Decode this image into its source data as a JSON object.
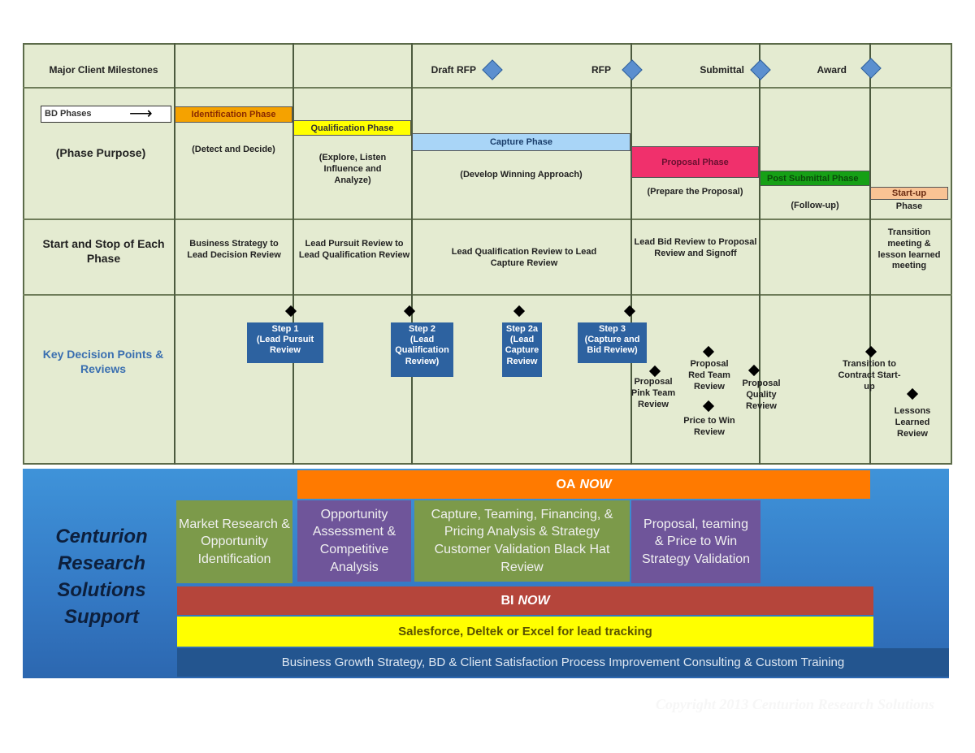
{
  "milestones": {
    "row_label": "Major Client Milestones",
    "items": [
      "Draft RFP",
      "RFP",
      "Submittal",
      "Award"
    ]
  },
  "phases": {
    "bd_label": "BD Phases",
    "row_label": "(Phase Purpose)",
    "items": [
      {
        "name": "Identification Phase",
        "purpose": "(Detect and Decide)",
        "color": "#f5a200"
      },
      {
        "name": "Qualification Phase",
        "purpose": "(Explore, Listen Influence and Analyze)",
        "color": "#ffff00"
      },
      {
        "name": "Capture  Phase",
        "purpose": "(Develop Winning Approach)",
        "color": "#a9d5f7"
      },
      {
        "name": "Proposal Phase",
        "purpose": "(Prepare the Proposal)",
        "color": "#f0306c"
      },
      {
        "name": "Post Submittal Phase",
        "purpose": "(Follow-up)",
        "color": "#16a016"
      },
      {
        "name": "Start-up",
        "purpose": "Phase",
        "color": "#f9c394"
      }
    ]
  },
  "start_stop": {
    "row_label": "Start and Stop of Each Phase",
    "items": [
      "Business Strategy to Lead Decision Review",
      "Lead Pursuit Review to Lead Qualification Review",
      "Lead Qualification Review to Lead Capture Review",
      "Lead Bid Review to Proposal Review and Signoff",
      "Transition meeting & lesson learned meeting"
    ]
  },
  "decisions": {
    "row_label": "Key Decision Points & Reviews",
    "steps": [
      {
        "title": "Step 1",
        "text": "(Lead Pursuit  Review"
      },
      {
        "title": "Step 2",
        "text": "(Lead Qualification Review)"
      },
      {
        "title": "Step 2a",
        "text": "(Lead Capture Review"
      },
      {
        "title": "Step 3",
        "text": "(Capture and Bid Review)"
      }
    ],
    "reviews": [
      "Proposal Pink Team Review",
      "Proposal Red Team Review",
      "Price to Win Review",
      "Proposal Quality Review",
      "Transition to Contract Start-up",
      "Lessons Learned Review"
    ]
  },
  "support": {
    "title": "Centurion Research Solutions Support",
    "oa_label": "OA",
    "oa_now": "NOW",
    "boxes": [
      {
        "text": "Market Research & Opportunity Identification",
        "color": "#7c9a4a"
      },
      {
        "text": "Opportunity Assessment & Competitive Analysis",
        "color": "#6f559a"
      },
      {
        "text": "Capture, Teaming, Financing, & Pricing Analysis & Strategy Customer Validation Black Hat Review",
        "color": "#7c9a4a"
      },
      {
        "text": "Proposal, teaming & Price to Win Strategy Validation",
        "color": "#6f559a"
      }
    ],
    "bi_label": "BI",
    "bi_now": "NOW",
    "tracking": "Salesforce, Deltek or Excel for lead tracking",
    "consulting": "Business Growth Strategy, BD & Client Satisfaction Process Improvement Consulting & Custom Training"
  },
  "copyright": "Copyright 2013 Centurion Research Solutions"
}
